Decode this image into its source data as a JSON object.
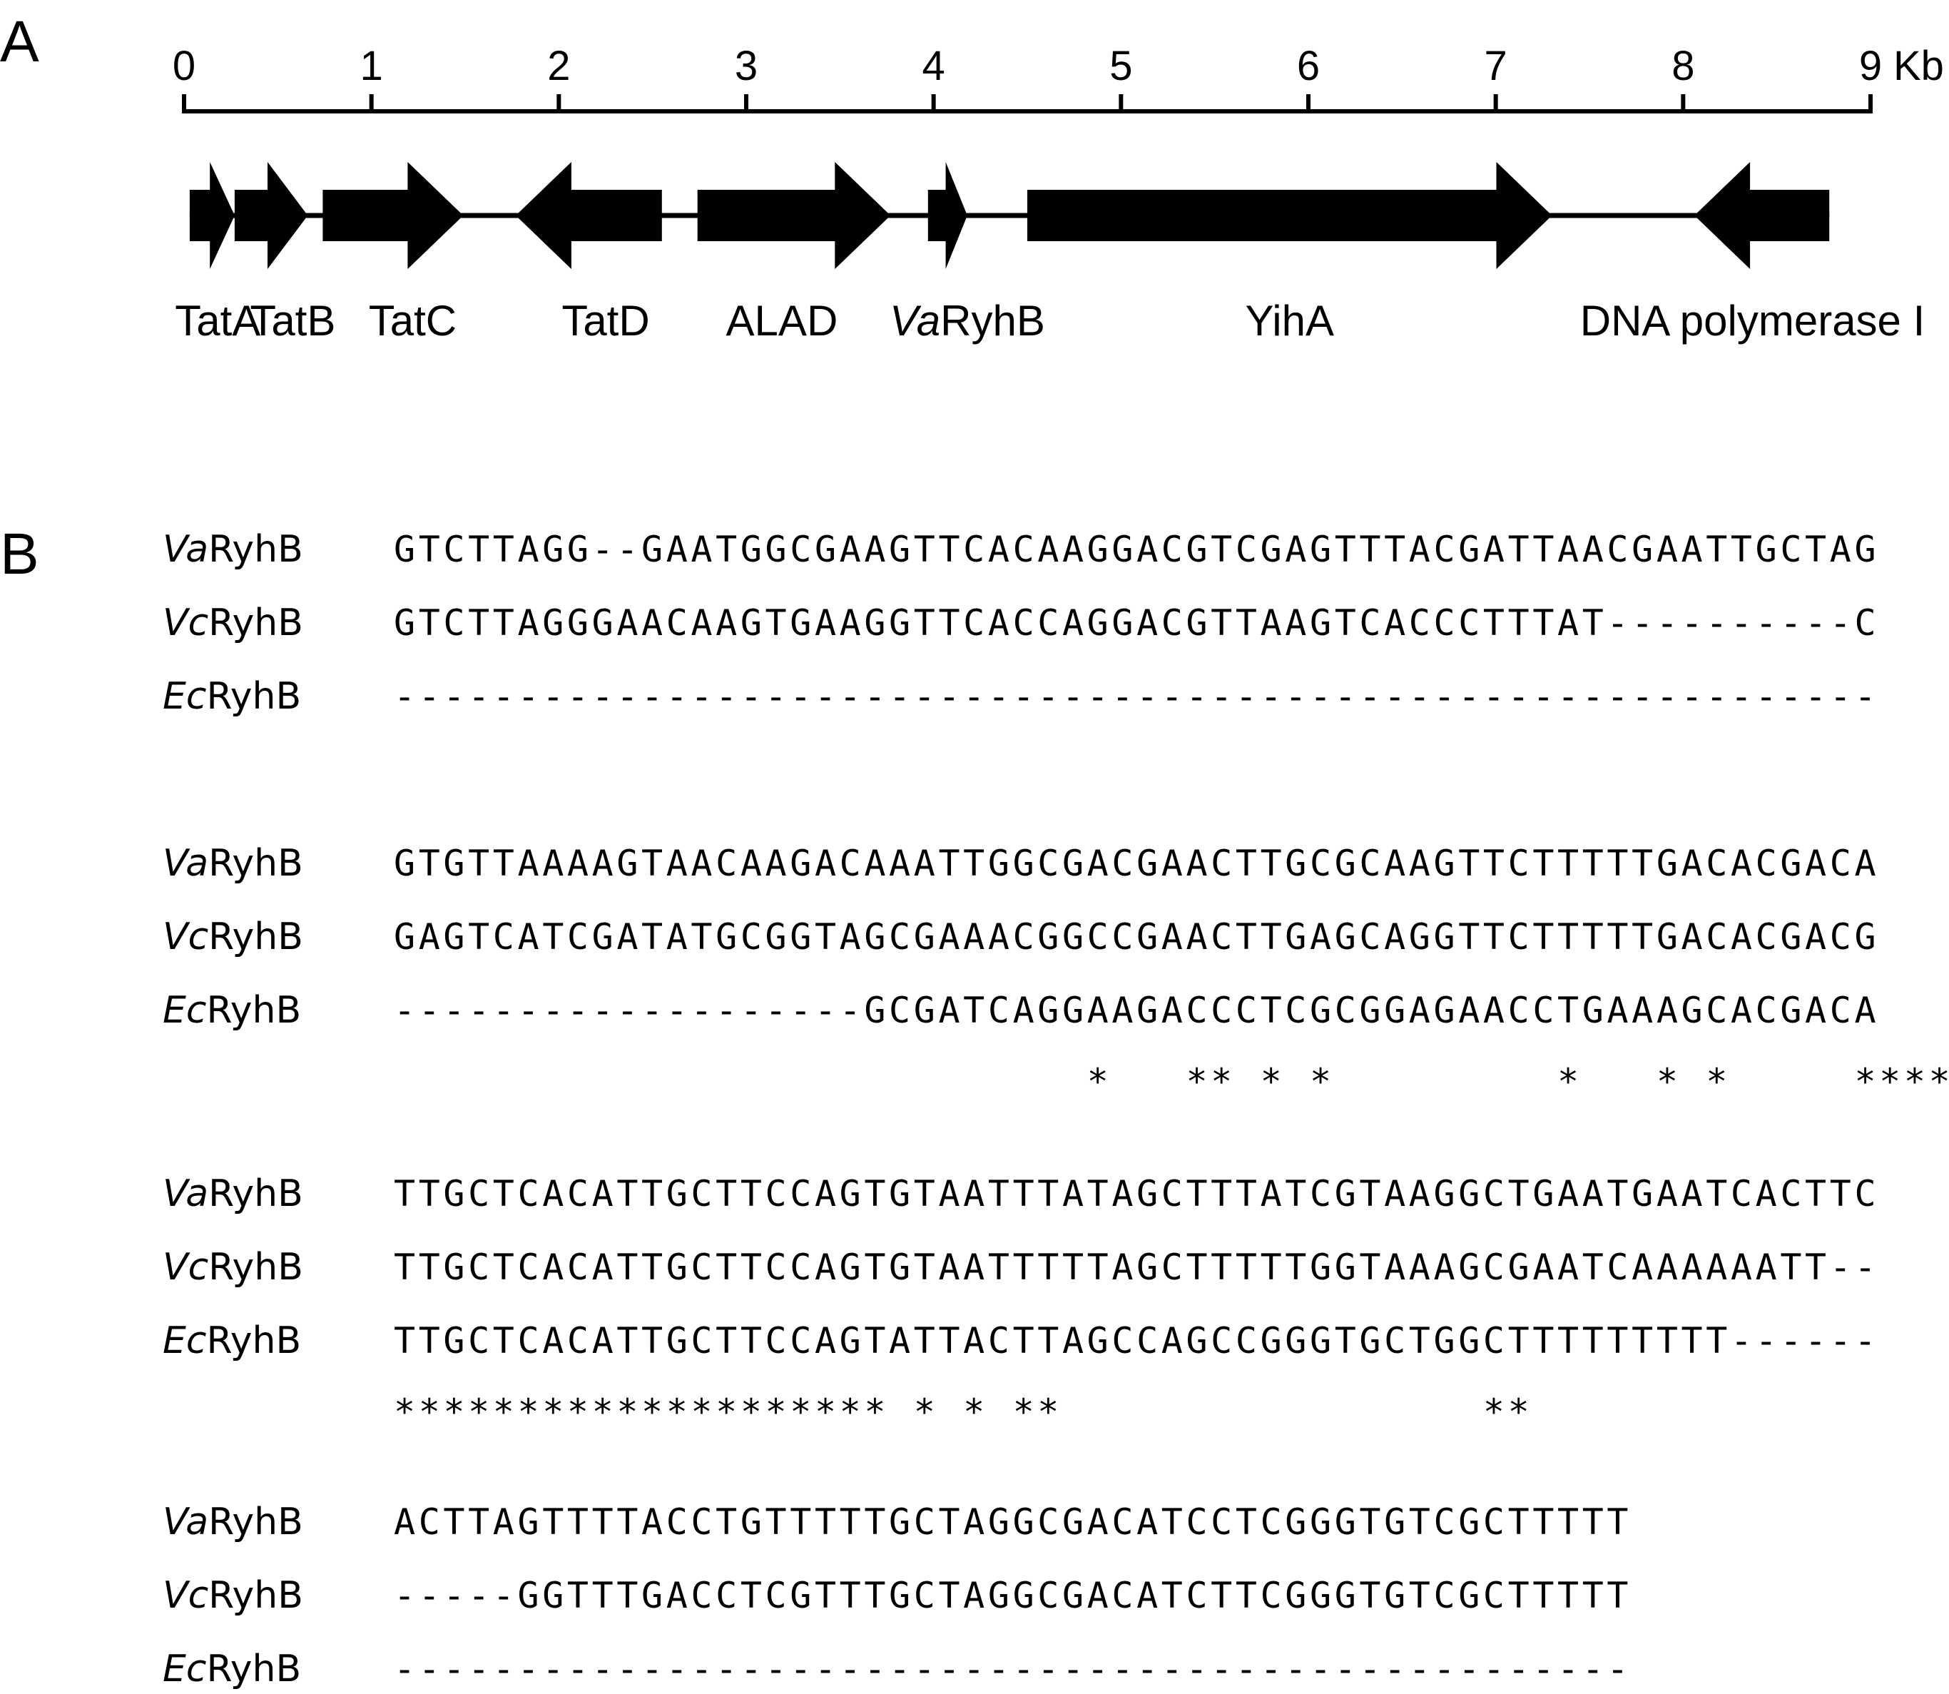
{
  "panel_a": {
    "label": "A",
    "scale": {
      "ticks": [
        "0",
        "1",
        "2",
        "3",
        "4",
        "5",
        "6",
        "7",
        "8",
        "9"
      ],
      "unit": "Kb",
      "max_kb": 9
    },
    "genes": [
      {
        "name": "TatA",
        "start_kb": 0.03,
        "end_kb": 0.27,
        "strand": "+"
      },
      {
        "name": "TatB",
        "start_kb": 0.27,
        "end_kb": 0.66,
        "strand": "+"
      },
      {
        "name": "TatC",
        "start_kb": 0.74,
        "end_kb": 1.49,
        "strand": "+"
      },
      {
        "name": "TatD",
        "start_kb": 1.77,
        "end_kb": 2.55,
        "strand": "-"
      },
      {
        "name": "ALAD",
        "start_kb": 2.74,
        "end_kb": 3.77,
        "strand": "+"
      },
      {
        "name": "RyhB",
        "prefix": "Va",
        "start_kb": 3.97,
        "end_kb": 4.18,
        "strand": "+"
      },
      {
        "name": "YihA",
        "start_kb": 4.5,
        "end_kb": 7.3,
        "strand": "+"
      },
      {
        "name": "DNA polymerase I",
        "start_kb": 8.06,
        "end_kb": 8.78,
        "strand": "-"
      }
    ],
    "gene_labels": [
      {
        "prefix": "",
        "name": "TatA",
        "anchor_kb": 0.18
      },
      {
        "prefix": "",
        "name": "TatB",
        "anchor_kb": 0.58
      },
      {
        "prefix": "",
        "name": "TatC",
        "anchor_kb": 1.22
      },
      {
        "prefix": "",
        "name": "TatD",
        "anchor_kb": 2.25
      },
      {
        "prefix": "",
        "name": "ALAD",
        "anchor_kb": 3.19
      },
      {
        "prefix": "Va",
        "name": "RyhB",
        "anchor_kb": 4.18
      },
      {
        "prefix": "",
        "name": "YihA",
        "anchor_kb": 5.9
      },
      {
        "prefix": "",
        "name": "DNA polymerase I",
        "anchor_kb": 8.37
      }
    ],
    "colors": {
      "ink": "#000000"
    }
  },
  "panel_b": {
    "label": "B",
    "blocks": [
      {
        "rows": [
          {
            "prefix": "Va",
            "name": "RyhB",
            "seq": "GTCTTAGG--GAATGGCGAAGTTCACAAGGACGTCGAGTTTACGATTAACGAATTGCTAG"
          },
          {
            "prefix": "Vc",
            "name": "RyhB",
            "seq": "GTCTTAGGGAACAAGTGAAGGTTCACCAGGACGTTAAGTCACCCTTTAT----------C"
          },
          {
            "prefix": "Ec",
            "name": "RyhB",
            "seq": "------------------------------------------------------------"
          }
        ],
        "conservation": ""
      },
      {
        "rows": [
          {
            "prefix": "Va",
            "name": "RyhB",
            "seq": "GTGTTAAAAGTAACAAGACAAATTGGCGACGAACTTGCGCAAGTTCTTTTTGACACGACA"
          },
          {
            "prefix": "Vc",
            "name": "RyhB",
            "seq": "GAGTCATCGATATGCGGTAGCGAAACGGCCGAACTTGAGCAGGTTCTTTTTGACACGACG"
          },
          {
            "prefix": "Ec",
            "name": "RyhB",
            "seq": "-------------------GCGATCAGGAAGACCCTCGCGGAGAACCTGAAAGCACGACA"
          }
        ],
        "conservation": "                            *   ** * *         *   * *     ******"
      },
      {
        "rows": [
          {
            "prefix": "Va",
            "name": "RyhB",
            "seq": "TTGCTCACATTGCTTCCAGTGTAATTTATAGCTTTATCGTAAGGCTGAATGAATCACTTC"
          },
          {
            "prefix": "Vc",
            "name": "RyhB",
            "seq": "TTGCTCACATTGCTTCCAGTGTAATTTTTAGCTTTTTGGTAAAGCGAATCAAAAAATT--"
          },
          {
            "prefix": "Ec",
            "name": "RyhB",
            "seq": "TTGCTCACATTGCTTCCAGTATTACTTAGCCAGCCGGGTGCTGGCTTTTTTTTT------"
          }
        ],
        "conservation": "******************** * * **                 **"
      },
      {
        "rows": [
          {
            "prefix": "Va",
            "name": "RyhB",
            "seq": "ACTTAGTTTTACCTGTTTTTGCTAGGCGACATCCTCGGGTGTCGCTTTTT"
          },
          {
            "prefix": "Vc",
            "name": "RyhB",
            "seq": "-----GGTTTGACCTCGTTTGCTAGGCGACATCTTCGGGTGTCGCTTTTT"
          },
          {
            "prefix": "Ec",
            "name": "RyhB",
            "seq": "--------------------------------------------------"
          }
        ],
        "conservation": ""
      }
    ]
  }
}
